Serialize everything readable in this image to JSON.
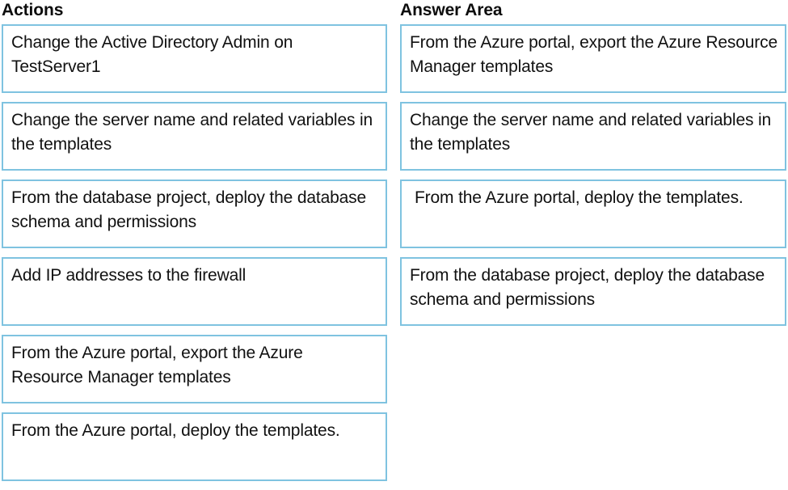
{
  "palette": {
    "background": "#ffffff",
    "card_border": "#7fc3e0",
    "card_fill": "#ffffff",
    "text": "#111111",
    "heading_text": "#0d0d0d"
  },
  "actions": {
    "heading": "Actions",
    "items": [
      {
        "text": "Change the Active Directory Admin on TestServer1"
      },
      {
        "text": "Change the server name and related variables in the templates"
      },
      {
        "text": "From the database project, deploy the database schema and permissions"
      },
      {
        "text": "Add IP addresses to the firewall"
      },
      {
        "text": "From the Azure portal, export the Azure Resource Manager templates"
      },
      {
        "text": "From the Azure portal, deploy the templates."
      }
    ]
  },
  "answer_area": {
    "heading": "Answer Area",
    "items": [
      {
        "text": "From the Azure portal, export the Azure Resource Manager templates"
      },
      {
        "text": "Change the server name and related variables in the templates"
      },
      {
        "text": "From the Azure portal, deploy the templates."
      },
      {
        "text": "From the database project, deploy the database schema and permissions"
      }
    ]
  }
}
